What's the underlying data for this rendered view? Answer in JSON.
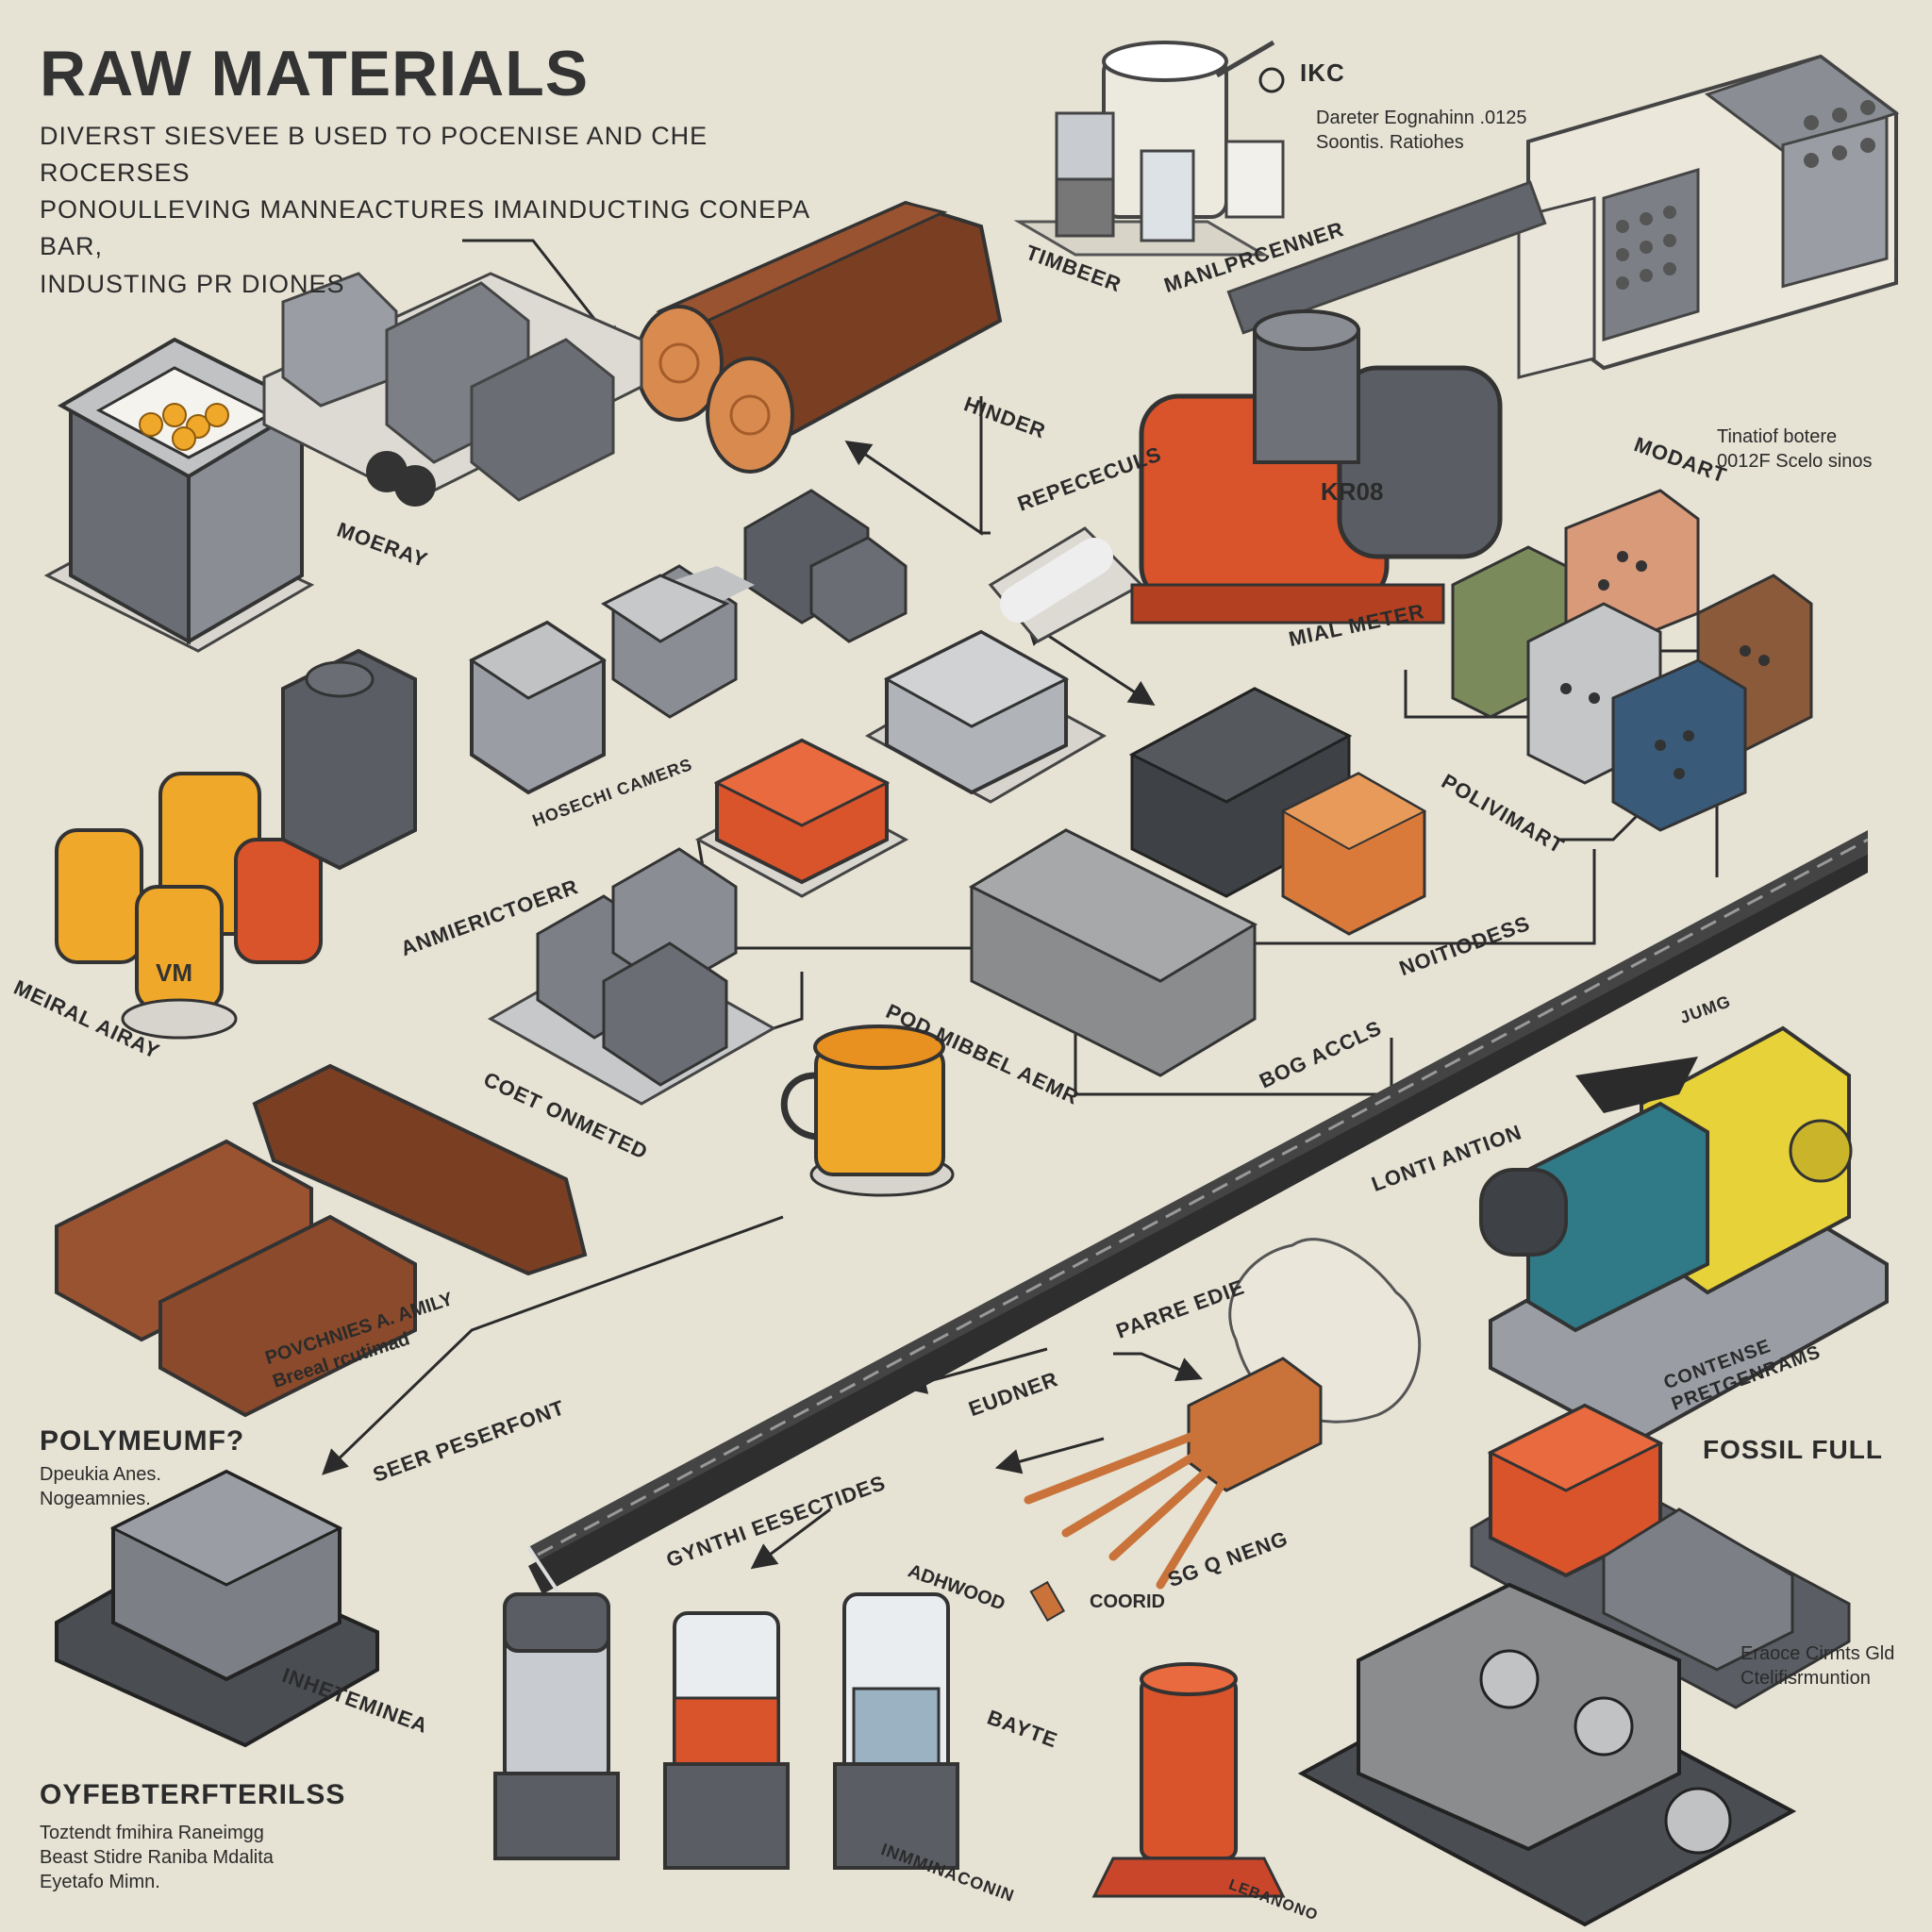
{
  "poster": {
    "title": "RAW MATERIALS",
    "subtitle": "DIVERST SIESVEE B USED TO POCENISE AND CHE ROCERSES\nPONOULLEVING MANNEACTURES IMAINDUCTING CONEPA BAR,\nINDUSTING PR DIONES",
    "ikc": {
      "label": "IKC",
      "caption": "Dareter Eognahinn .0125\nSoontis. Ratiohes"
    },
    "labels": {
      "timber_top": "TIMBEER",
      "manufacturer_top": "MANLPRCENNER",
      "hinder": "HINDER",
      "repecculs": "REPECECULS",
      "moeray": "MOERAY",
      "modart": "MODART",
      "modart_note": "Tinatiof botere\n0012F Scelo sinos",
      "metal_meter": "MIAL METER",
      "hosechi": "HOSECHI CAMERS",
      "polivimart": "POLIVIMART",
      "anmiericotoer": "ANMIERICTOERR",
      "noitiodess": "NOITIODESS",
      "mineral_array": "MEIRAL AIRAY",
      "pod_mibbel": "POD MIBBEL AEMR",
      "bog_accls": "BOG ACCLS",
      "coet_onmeted": "COET ONMETED",
      "jumg": "JUMG",
      "lonti_anton": "LONTI ANTION",
      "ponckines": "POVCHNIES A. AMILY\nBreeal rcutimad",
      "parre_edie": "PARRE EDIE",
      "contense": "CONTENSE PRETGENRAMS",
      "eudner": "EUDNER",
      "seer_peserfont": "SEER PESERFONT",
      "gynthi": "GYNTHI EESECTIDES",
      "adhwood": "ADHWOOD",
      "coorid": "COORID",
      "sg_neng": "SG q NENG",
      "inheteminea": "INHETEMINEA",
      "bayte": "BAYTE",
      "inmminaconin": "INMMINACONIN",
      "lebanono": "LEBANONO"
    },
    "polymeum": {
      "heading": "POLYMEUMF?",
      "text": "Dpeukia Anes.\nNogeamnies."
    },
    "oyfebt": {
      "heading": "OYFEBTERFTERILSS",
      "text": "Toztendt fmihira Raneimgg\nBeast Stidre Raniba Mdalita\nEyetafo Mimn."
    },
    "fossil": {
      "heading": "FOSSIL FULL",
      "text": "Eraoce Cirmts Gld\nCtelifisrmuntion"
    },
    "machine_badge": "KR08",
    "jug_mark": "VM"
  },
  "colors": {
    "background": "#e6e2d4",
    "ink": "#2b2b2b",
    "steel": "#7a7f86",
    "dark_steel": "#4a4d52",
    "rust": "#d9532b",
    "wood": "#8b4a2b",
    "amber": "#f0a82a",
    "cream": "#ece7db"
  }
}
